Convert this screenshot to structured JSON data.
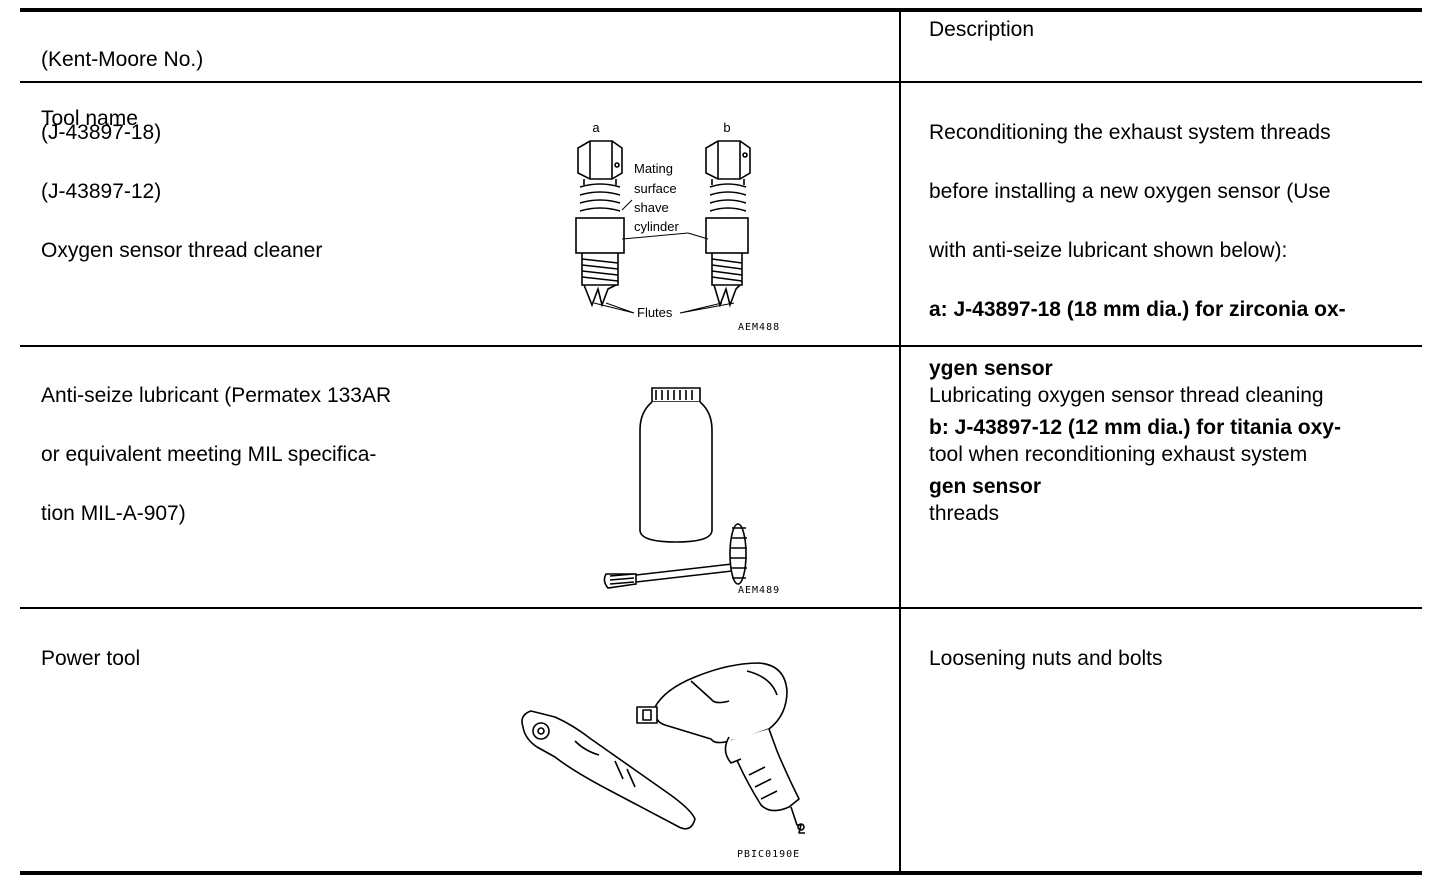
{
  "header": {
    "col1_line1": "(Kent-Moore No.)",
    "col1_line2": "Tool name",
    "col3": "Description"
  },
  "rows": [
    {
      "tool_lines": [
        "(J-43897-18)",
        "(J-43897-12)",
        "Oxygen sensor thread cleaner"
      ],
      "figure": {
        "code": "AEM488",
        "labels": {
          "a": "a",
          "b": "b",
          "mating": "Mating",
          "surface": "surface",
          "shave": "shave",
          "cylinder": "cylinder",
          "flutes": "Flutes"
        }
      },
      "desc_lines": [
        "Reconditioning the exhaust system threads",
        "before installing a new oxygen sensor (Use",
        "with anti-seize lubricant shown below):"
      ],
      "desc_bold_lines": [
        "a: J-43897-18 (18 mm dia.) for zirconia ox-",
        "ygen sensor",
        "b: J-43897-12 (12 mm dia.) for titania oxy-",
        "gen sensor"
      ]
    },
    {
      "tool_lines": [
        "Anti-seize lubricant (Permatex 133AR",
        "or equivalent meeting MIL specifica-",
        "tion MIL-A-907)"
      ],
      "figure": {
        "code": "AEM489"
      },
      "desc_lines": [
        "Lubricating oxygen sensor thread cleaning",
        "tool when reconditioning exhaust system",
        "threads"
      ]
    },
    {
      "tool_lines": [
        "Power tool"
      ],
      "figure": {
        "code": "PBIC0190E"
      },
      "desc_lines": [
        "Loosening nuts and bolts"
      ]
    }
  ]
}
